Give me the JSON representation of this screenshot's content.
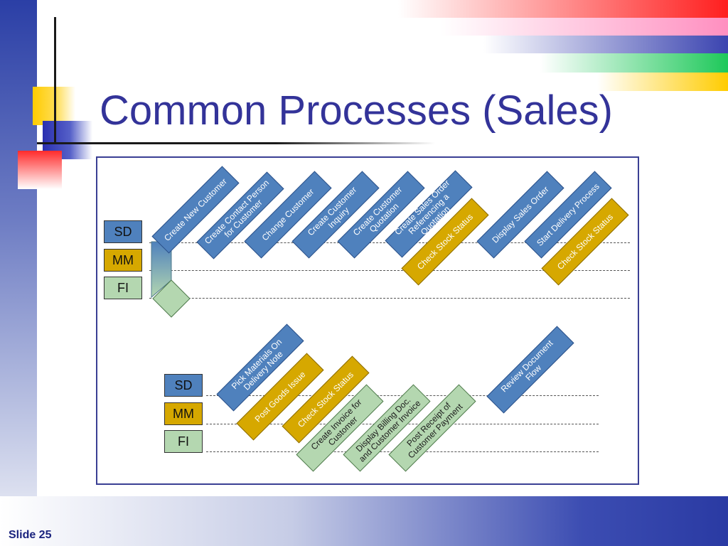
{
  "slide": {
    "title": "Common Processes (Sales)",
    "number": "Slide 25"
  },
  "lanes": {
    "sd": "SD",
    "mm": "MM",
    "fi": "FI"
  },
  "row1_steps": [
    {
      "text": "Create New Customer",
      "module": "SD"
    },
    {
      "text": "Create Contact Person for Customer",
      "module": "SD"
    },
    {
      "text": "Change Customer",
      "module": "SD"
    },
    {
      "text": "Create Customer Inquiry",
      "module": "SD"
    },
    {
      "text": "Create Customer Quotation",
      "module": "SD"
    },
    {
      "text": "Create Sales Order Referencing a Quotation",
      "module": "SD"
    },
    {
      "text": "Check Stock Status",
      "module": "MM"
    },
    {
      "text": "Display Sales Order",
      "module": "SD"
    },
    {
      "text": "Start Delivery Process",
      "module": "SD"
    },
    {
      "text": "Check Stock Status",
      "module": "MM"
    }
  ],
  "row2_steps": [
    {
      "text": "Pick Materials On Delivery Note",
      "module": "SD"
    },
    {
      "text": "Post Goods Issue",
      "module": "MM"
    },
    {
      "text": "Check Stock Status",
      "module": "MM"
    },
    {
      "text": "Create Invoice for Customer",
      "module": "FI"
    },
    {
      "text": "Display Billing Doc. and Customer Invoice",
      "module": "FI"
    },
    {
      "text": "Post Receipt of Customer Payment",
      "module": "FI"
    },
    {
      "text": "Review Document Flow",
      "module": "SD"
    }
  ],
  "colors": {
    "SD": "#4f81bd",
    "MM": "#d6a800",
    "FI": "#b4d7b0",
    "title": "#333399",
    "border": "#3a3f94"
  }
}
